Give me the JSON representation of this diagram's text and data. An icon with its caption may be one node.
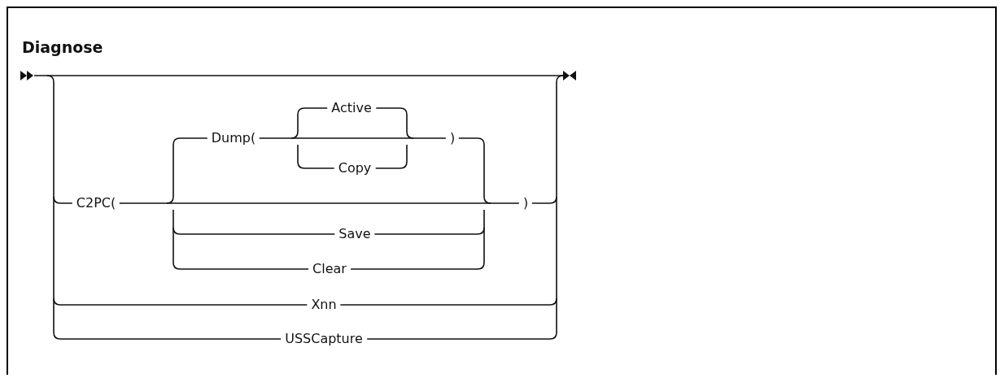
{
  "diagram": {
    "title": "Diagnose",
    "labels": [
      "Active",
      "Dump(",
      ")",
      "Copy",
      "C2PC(",
      ")",
      "Save",
      "Clear",
      "Xnn",
      "USSCapture"
    ]
  }
}
